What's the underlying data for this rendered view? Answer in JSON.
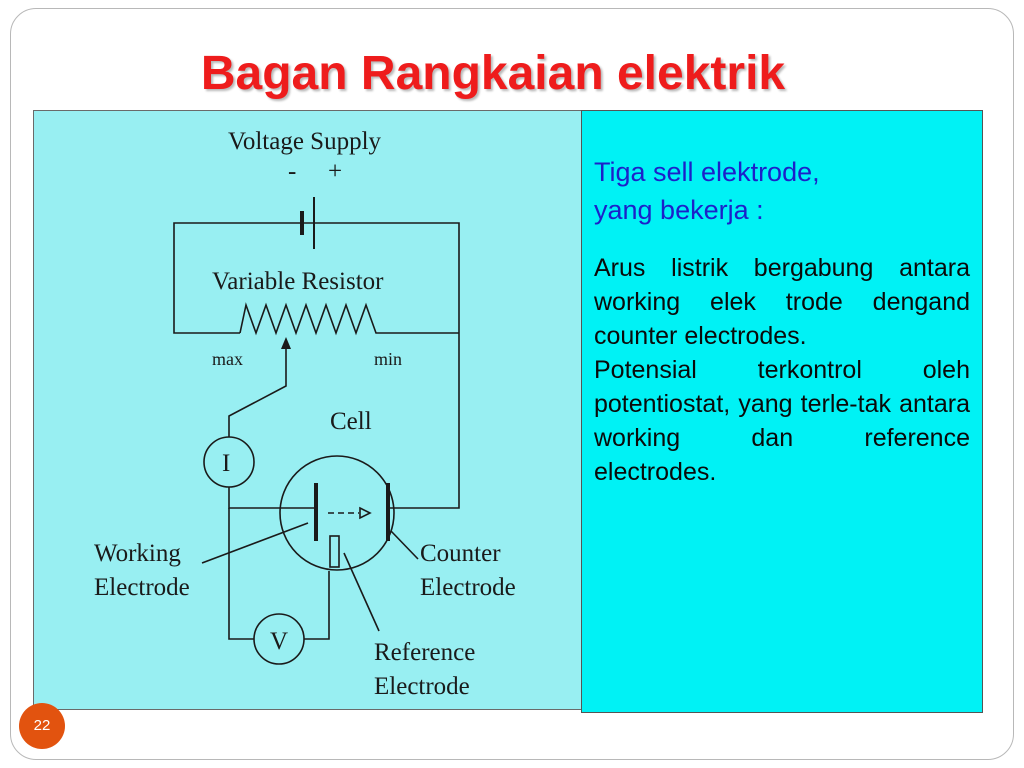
{
  "slide": {
    "title": "Bagan Rangkaian elektrik",
    "page_number": "22"
  },
  "diagram": {
    "labels": {
      "voltage_supply": "Voltage Supply",
      "minus": "-",
      "plus": "+",
      "variable_resistor": "Variable Resistor",
      "max": "max",
      "min": "min",
      "cell": "Cell",
      "ammeter": "I",
      "voltmeter": "V",
      "working_line1": "Working",
      "working_line2": "Electrode",
      "counter_line1": "Counter",
      "counter_line2": "Electrode",
      "reference_line1": "Reference",
      "reference_line2": "Electrode"
    }
  },
  "text_panel": {
    "heading": "Tiga sell elektrode,\nyang bekerja :",
    "paragraph1": "Arus listrik bergabung antara  working elek trode dengand counter electrodes.",
    "paragraph2": "Potensial terkontrol oleh potentiostat, yang terle-tak antara  working dan reference electrodes."
  },
  "colors": {
    "title": "#ee1c1c",
    "diagram_background": "#98eff2",
    "text_panel_background": "#00f2f5",
    "heading_text": "#1c21c9",
    "page_badge": "#e2530f"
  }
}
